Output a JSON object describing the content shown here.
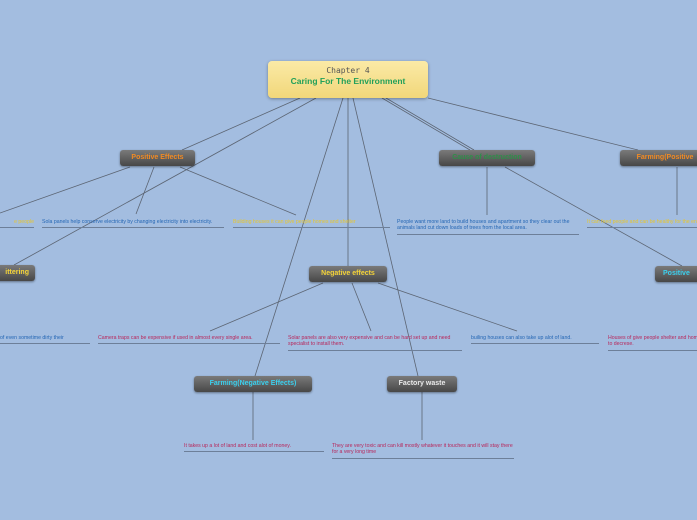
{
  "root": {
    "chapter": "Chapter 4",
    "title": "Caring For The Environment"
  },
  "topics": {
    "positive": "Positive Effects",
    "causes": "Cause of destruction",
    "farming_pos": "Farming(Positive",
    "littering": "ittering",
    "negative": "Negative effects",
    "right_cut": "Positive",
    "farming_neg": "Farming(Negative Effects)",
    "factory": "Factory waste"
  },
  "leaves": {
    "left_cut_1": "e people",
    "solar_pos": "Sola panels help conserve electricity by changing electricity into electricity.",
    "houses_pos": "Building houses it can give people homes and shelter",
    "causes_leaf": "People want more land to build houses and apartment so they clear out the animals land cut down loads of trees from the local area.",
    "farming_pos_leaf": "It can feed people and can be healthy for the environment",
    "littering_leaf": "s of even sometime dirty their",
    "camera": "Camera traps can be expensive if used in almost every single area.",
    "solar_neg": "Solar panels are also very expensive and can be hard set up and need specialist to install them.",
    "building_land": "builing houses can also take up alot of land.",
    "houses_right": "Houses of give people shelter and homeless people to decrese.",
    "farming_neg_leaf": "It takes up a lot of land and cost alot of money.",
    "factory_leaf": "They are very toxic and can kill mostly whatever it touches and it will stay there for a very long time"
  }
}
